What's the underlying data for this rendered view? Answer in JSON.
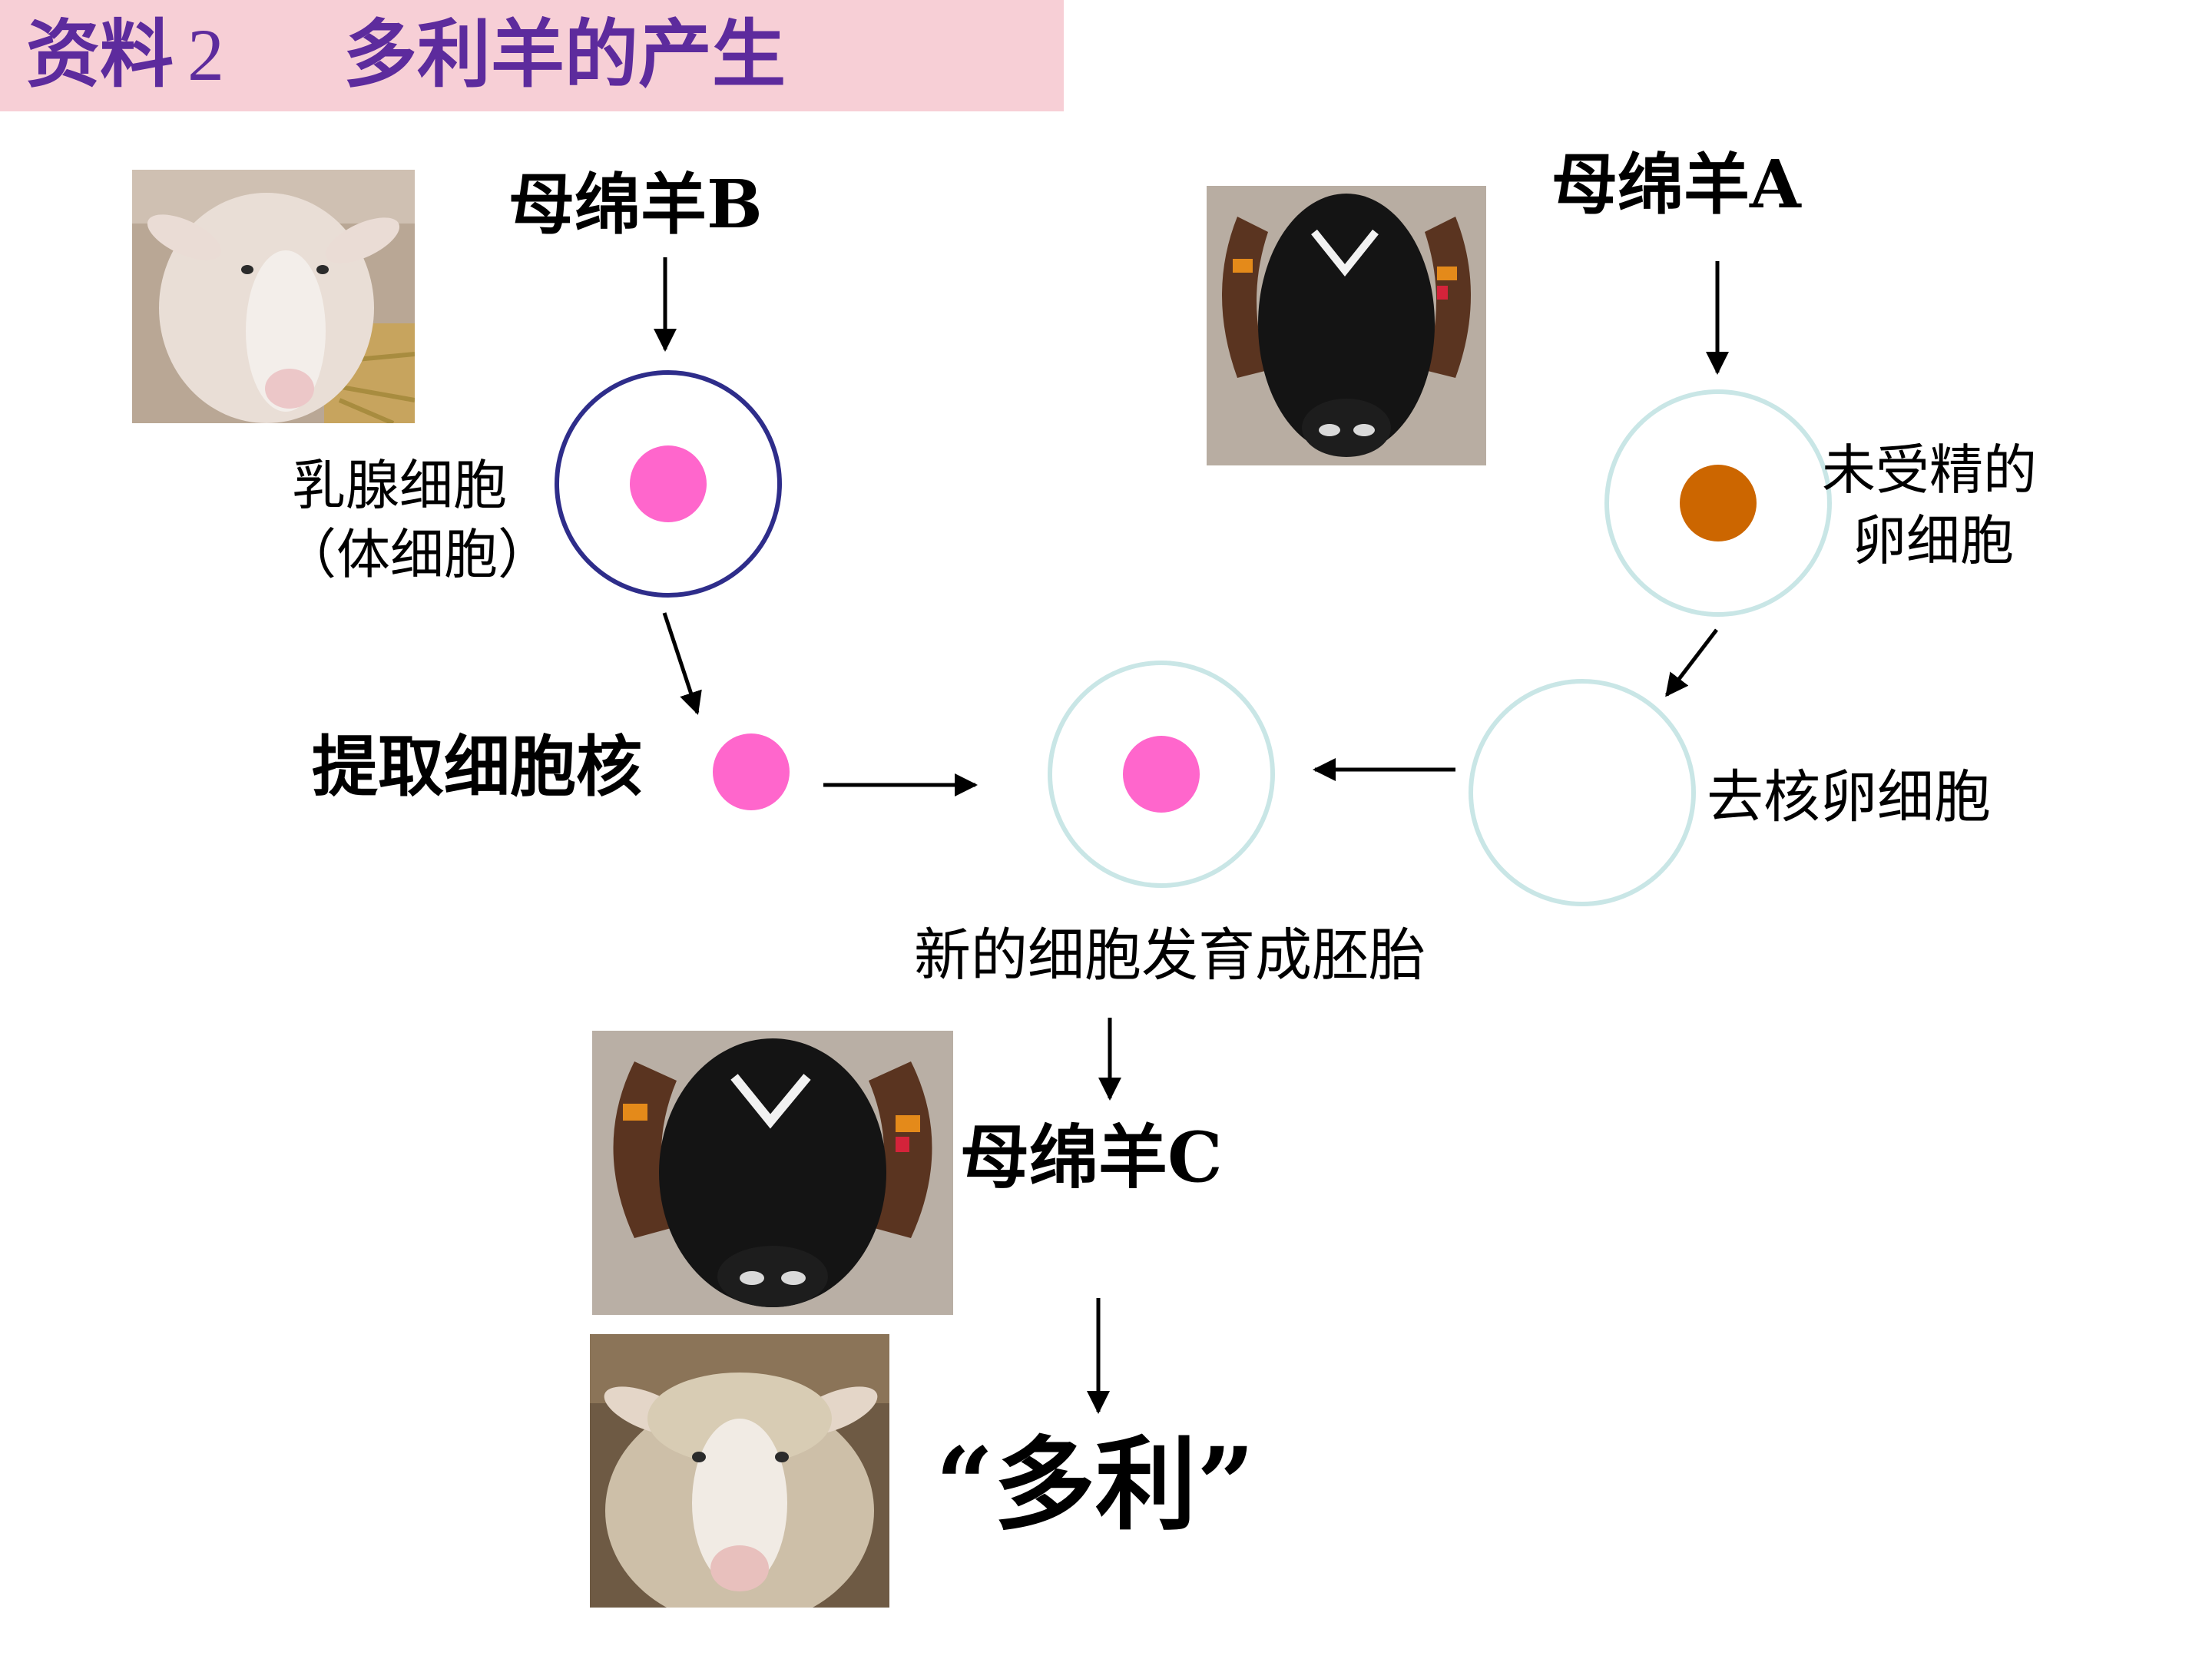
{
  "title": {
    "prefix": "资料",
    "number": "2",
    "text": "多利羊的产生"
  },
  "labels": {
    "ewe_b": "母绵羊B",
    "ewe_a": "母绵羊A",
    "mammary_cell_line1": "乳腺细胞",
    "mammary_cell_line2": "（体细胞）",
    "unfertilized_egg_line1": "未受精的",
    "unfertilized_egg_line2": "卵细胞",
    "extract_nucleus": "提取细胞核",
    "enucleated_egg": "去核卵细胞",
    "embryo": "新的细胞发育成胚胎",
    "ewe_c": "母绵羊C",
    "dolly": "“多利”"
  },
  "colors": {
    "title_banner": "#f7cfd6",
    "title_text": "#5d2b9d",
    "mammary_membrane": "#2e2d8a",
    "egg_membrane": "#c9e6e6",
    "nucleus_pink": "#ff66cc",
    "nucleus_orange": "#cc6600",
    "arrow": "#000000"
  },
  "icons": {
    "white_face_sheep": "white-face-sheep-photo",
    "black_face_sheep": "black-face-sheep-photo",
    "dolly_sheep": "dolly-sheep-photo"
  }
}
